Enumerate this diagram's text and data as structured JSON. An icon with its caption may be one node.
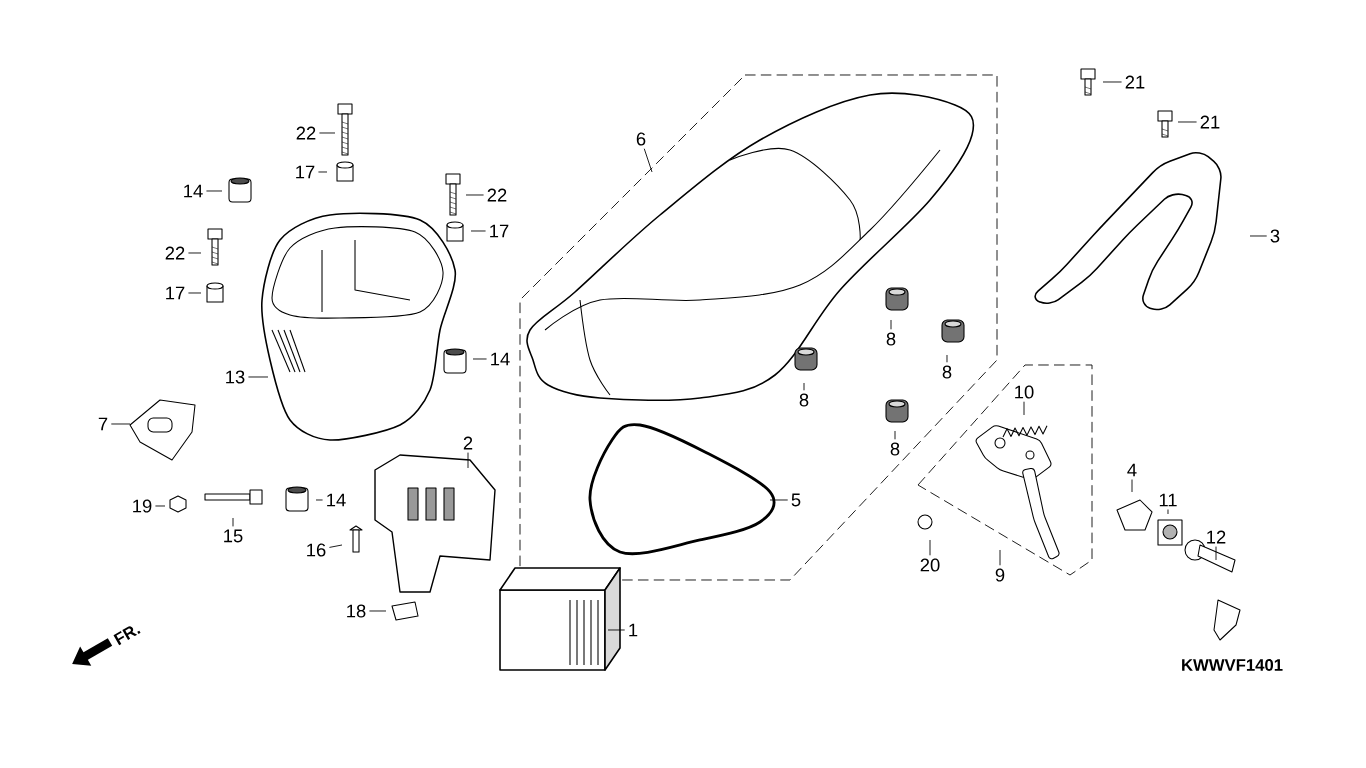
{
  "diagram": {
    "nodes": [
      {
        "text": [
          "21"
        ]
      },
      {
        "text": [
          "21"
        ]
      },
      {
        "text": [
          "22"
        ]
      },
      {
        "text": [
          "6"
        ]
      },
      {
        "text": [
          "17"
        ]
      },
      {
        "text": [
          "14"
        ]
      },
      {
        "text": [
          "22"
        ]
      },
      {
        "text": [
          "17"
        ]
      },
      {
        "text": [
          "3"
        ]
      },
      {
        "text": [
          "22"
        ]
      },
      {
        "text": [
          "17"
        ]
      },
      {
        "text": [
          "8"
        ]
      },
      {
        "text": [
          "14"
        ]
      },
      {
        "text": [
          "8"
        ]
      },
      {
        "text": [
          "13"
        ]
      },
      {
        "text": [
          "10"
        ]
      },
      {
        "text": [
          "8"
        ]
      },
      {
        "text": [
          "7"
        ]
      },
      {
        "text": [
          "2"
        ]
      },
      {
        "text": [
          "8"
        ]
      },
      {
        "text": [
          "4"
        ]
      },
      {
        "text": [
          "5"
        ]
      },
      {
        "text": [
          "11"
        ]
      },
      {
        "text": [
          "14"
        ]
      },
      {
        "text": [
          "19"
        ]
      },
      {
        "text": [
          "12"
        ]
      },
      {
        "text": [
          "15"
        ]
      },
      {
        "text": [
          "16"
        ]
      },
      {
        "text": [
          "20"
        ]
      },
      {
        "text": [
          "9"
        ]
      },
      {
        "text": [
          "18"
        ]
      },
      {
        "text": [
          "1"
        ]
      }
    ],
    "edges": [
      {
        "from": 0,
        "to": null,
        "arrow": "none"
      },
      {
        "from": 1,
        "to": null,
        "arrow": "none"
      },
      {
        "from": 2,
        "to": null,
        "arrow": "none"
      },
      {
        "from": 3,
        "to": null,
        "arrow": "none"
      },
      {
        "from": 4,
        "to": null,
        "arrow": "none"
      },
      {
        "from": 5,
        "to": null,
        "arrow": "none"
      },
      {
        "from": 6,
        "to": null,
        "arrow": "none"
      },
      {
        "from": 7,
        "to": null,
        "arrow": "none"
      },
      {
        "from": 8,
        "to": null,
        "arrow": "none"
      },
      {
        "from": 9,
        "to": null,
        "arrow": "none"
      },
      {
        "from": 10,
        "to": null,
        "arrow": "none"
      },
      {
        "from": 11,
        "to": null,
        "arrow": "none"
      },
      {
        "from": 12,
        "to": null,
        "arrow": "none"
      },
      {
        "from": 13,
        "to": null,
        "arrow": "none"
      },
      {
        "from": 14,
        "to": null,
        "arrow": "none"
      },
      {
        "from": 15,
        "to": null,
        "arrow": "none"
      },
      {
        "from": 16,
        "to": null,
        "arrow": "none"
      },
      {
        "from": 17,
        "to": null,
        "arrow": "none"
      },
      {
        "from": 18,
        "to": null,
        "arrow": "none"
      },
      {
        "from": 19,
        "to": null,
        "arrow": "none"
      },
      {
        "from": 20,
        "to": null,
        "arrow": "none"
      },
      {
        "from": 21,
        "to": null,
        "arrow": "none"
      },
      {
        "from": 22,
        "to": null,
        "arrow": "none"
      },
      {
        "from": 23,
        "to": null,
        "arrow": "none"
      },
      {
        "from": 24,
        "to": null,
        "arrow": "none"
      },
      {
        "from": 25,
        "to": null,
        "arrow": "none"
      },
      {
        "from": 26,
        "to": null,
        "arrow": "none"
      },
      {
        "from": 27,
        "to": null,
        "arrow": "none"
      },
      {
        "from": 28,
        "to": null,
        "arrow": "none"
      },
      {
        "from": 29,
        "to": null,
        "arrow": "none"
      },
      {
        "from": 30,
        "to": null,
        "arrow": "none"
      },
      {
        "from": 31,
        "to": null,
        "arrow": "none"
      }
    ],
    "labels": [
      "FR.",
      "KWWVF1401"
    ]
  }
}
